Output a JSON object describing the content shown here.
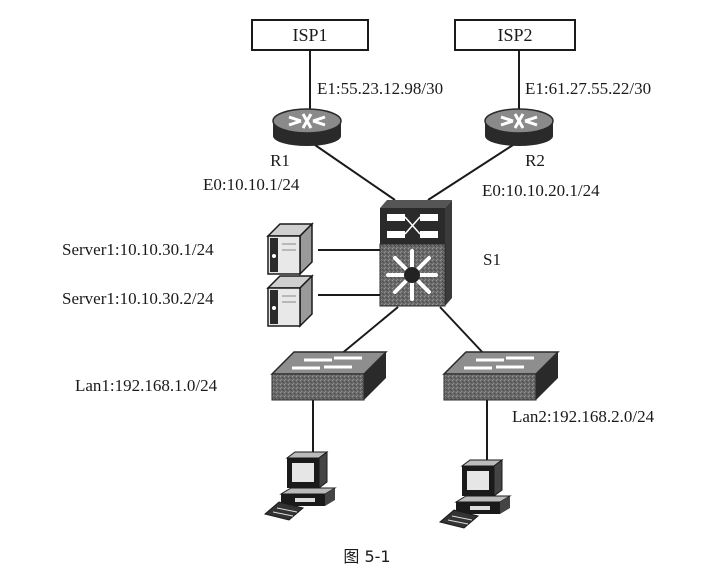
{
  "nodes": {
    "isp1": {
      "label": "ISP1"
    },
    "isp2": {
      "label": "ISP2"
    },
    "r1": {
      "label": "R1",
      "e1": "E1:55.23.12.98/30",
      "e0": "E0:10.10.1/24"
    },
    "r2": {
      "label": "R2",
      "e1": "E1:61.27.55.22/30",
      "e0": "E0:10.10.20.1/24"
    },
    "s1": {
      "label": "S1"
    },
    "server1": {
      "label": "Server1:10.10.30.1/24"
    },
    "server2": {
      "label": "Server1:10.10.30.2/24"
    },
    "lan1": {
      "label": "Lan1:192.168.1.0/24"
    },
    "lan2": {
      "label": "Lan2:192.168.2.0/24"
    }
  },
  "caption": "图 5-1",
  "colors": {
    "ink": "#1a1a1a",
    "device_dark": "#2a2a2a",
    "device_mid": "#6e6e6e",
    "background": "#ffffff"
  }
}
